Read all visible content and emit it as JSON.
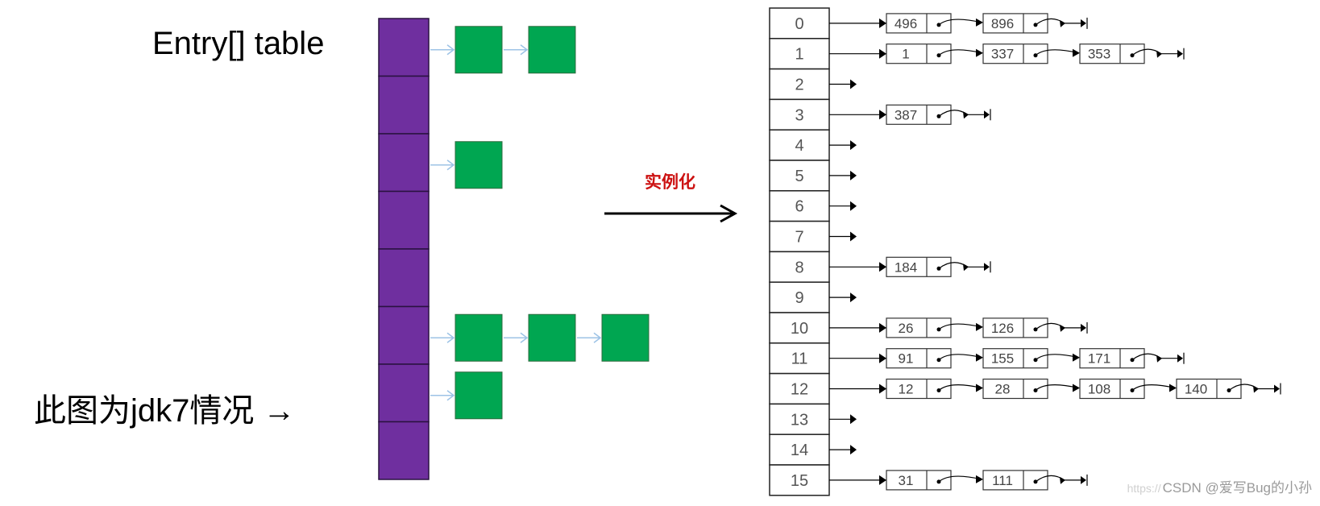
{
  "labels": {
    "title": "Entry[] table",
    "note": "此图为jdk7情况 →",
    "arrow_caption": "实例化",
    "watermark_url": "https://",
    "watermark": "CSDN @爱写Bug的小孙"
  },
  "colors": {
    "slot": "#6f2f9f",
    "node": "#00a651",
    "link_arrow": "#9dc3e6"
  },
  "left_table": {
    "slot_count": 8,
    "rows": [
      {
        "slot": 0,
        "nodes": 2
      },
      {
        "slot": 2,
        "nodes": 1
      },
      {
        "slot": 5,
        "nodes": 3
      },
      {
        "slot": 6,
        "nodes": 1
      }
    ]
  },
  "hash_table": {
    "buckets": [
      {
        "index": "0",
        "keys": [
          "496",
          "896"
        ]
      },
      {
        "index": "1",
        "keys": [
          "1",
          "337",
          "353"
        ]
      },
      {
        "index": "2",
        "keys": []
      },
      {
        "index": "3",
        "keys": [
          "387"
        ]
      },
      {
        "index": "4",
        "keys": []
      },
      {
        "index": "5",
        "keys": []
      },
      {
        "index": "6",
        "keys": []
      },
      {
        "index": "7",
        "keys": []
      },
      {
        "index": "8",
        "keys": [
          "184"
        ]
      },
      {
        "index": "9",
        "keys": []
      },
      {
        "index": "10",
        "keys": [
          "26",
          "126"
        ]
      },
      {
        "index": "11",
        "keys": [
          "91",
          "155",
          "171"
        ]
      },
      {
        "index": "12",
        "keys": [
          "12",
          "28",
          "108",
          "140"
        ]
      },
      {
        "index": "13",
        "keys": []
      },
      {
        "index": "14",
        "keys": []
      },
      {
        "index": "15",
        "keys": [
          "31",
          "111"
        ]
      }
    ]
  }
}
